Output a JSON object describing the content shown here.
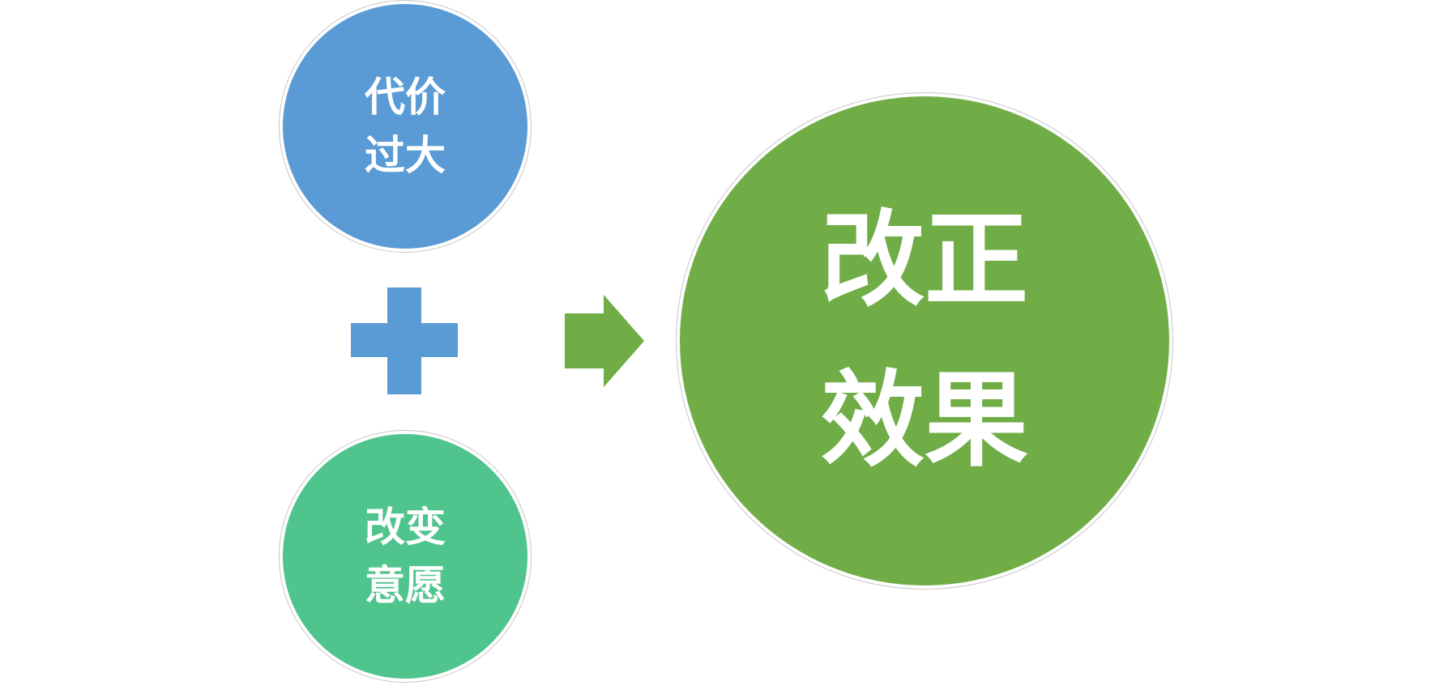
{
  "diagram": {
    "type": "cause-effect",
    "colors": {
      "blue": "#5b9bd5",
      "teal": "#4fc48c",
      "green": "#70ad47"
    },
    "inputs": [
      {
        "lines": [
          "代价",
          "过大"
        ],
        "color": "#5b9bd5"
      },
      {
        "lines": [
          "改变",
          "意愿"
        ],
        "color": "#4fc48c"
      }
    ],
    "operator": "plus-icon",
    "connector": "arrow-right-icon",
    "result": {
      "lines": [
        "改正",
        "效果"
      ],
      "color": "#70ad47"
    }
  }
}
